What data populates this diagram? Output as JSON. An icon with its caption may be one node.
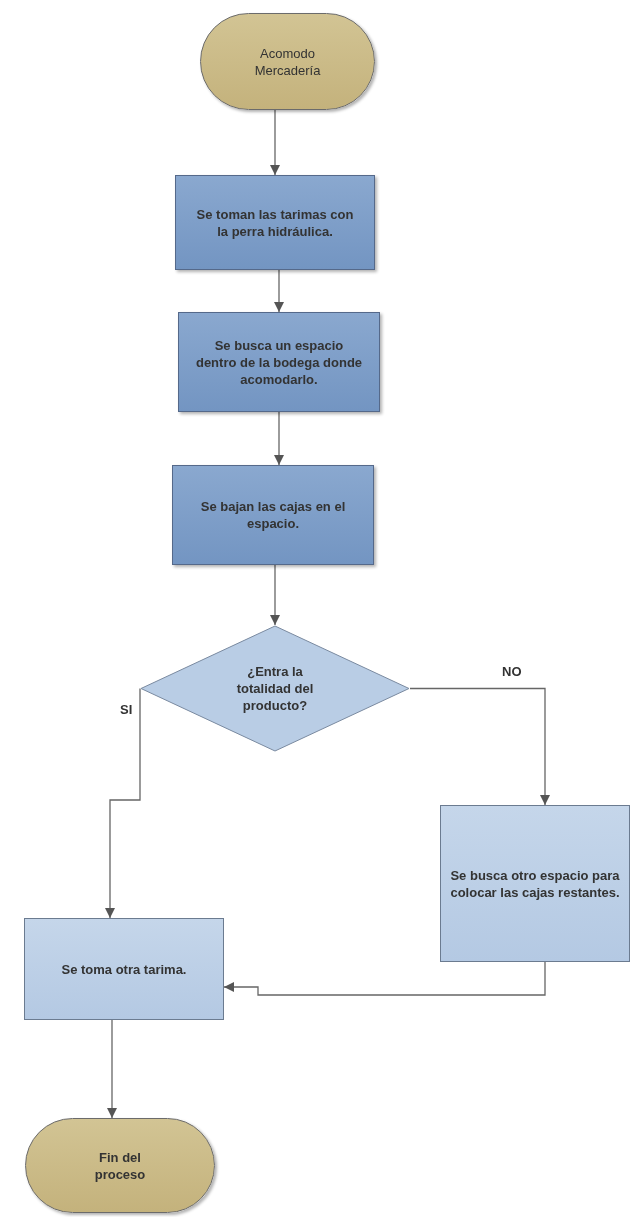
{
  "diagram": {
    "nodes": [
      {
        "text": [
          "Acomodo Mercadería"
        ]
      },
      {
        "text": [
          "Se toman las tarimas con la perra hidráulica."
        ]
      },
      {
        "text": [
          "Se busca un espacio dentro de la bodega donde acomodarlo."
        ]
      },
      {
        "text": [
          "Se bajan las cajas en el espacio."
        ]
      },
      {
        "text": [
          "¿Entra la totalidad del producto?"
        ]
      },
      {
        "text": [
          "Se busca otro espacio para colocar las cajas restantes."
        ]
      },
      {
        "text": [
          "Se toma otra tarima."
        ]
      },
      {
        "text": [
          "Fin del proceso"
        ]
      }
    ],
    "edges": [
      {
        "from": 0,
        "to": 1,
        "arrow": "to"
      },
      {
        "from": 1,
        "to": 2,
        "arrow": "to"
      },
      {
        "from": 2,
        "to": 3,
        "arrow": "to"
      },
      {
        "from": 3,
        "to": 4,
        "arrow": "to"
      },
      {
        "from": 4,
        "to": 6,
        "arrow": "to",
        "label": "SI"
      },
      {
        "from": 4,
        "to": 5,
        "arrow": "to",
        "label": "NO"
      },
      {
        "from": 5,
        "to": 6,
        "arrow": "to"
      },
      {
        "from": 6,
        "to": 7,
        "arrow": "to"
      }
    ]
  }
}
